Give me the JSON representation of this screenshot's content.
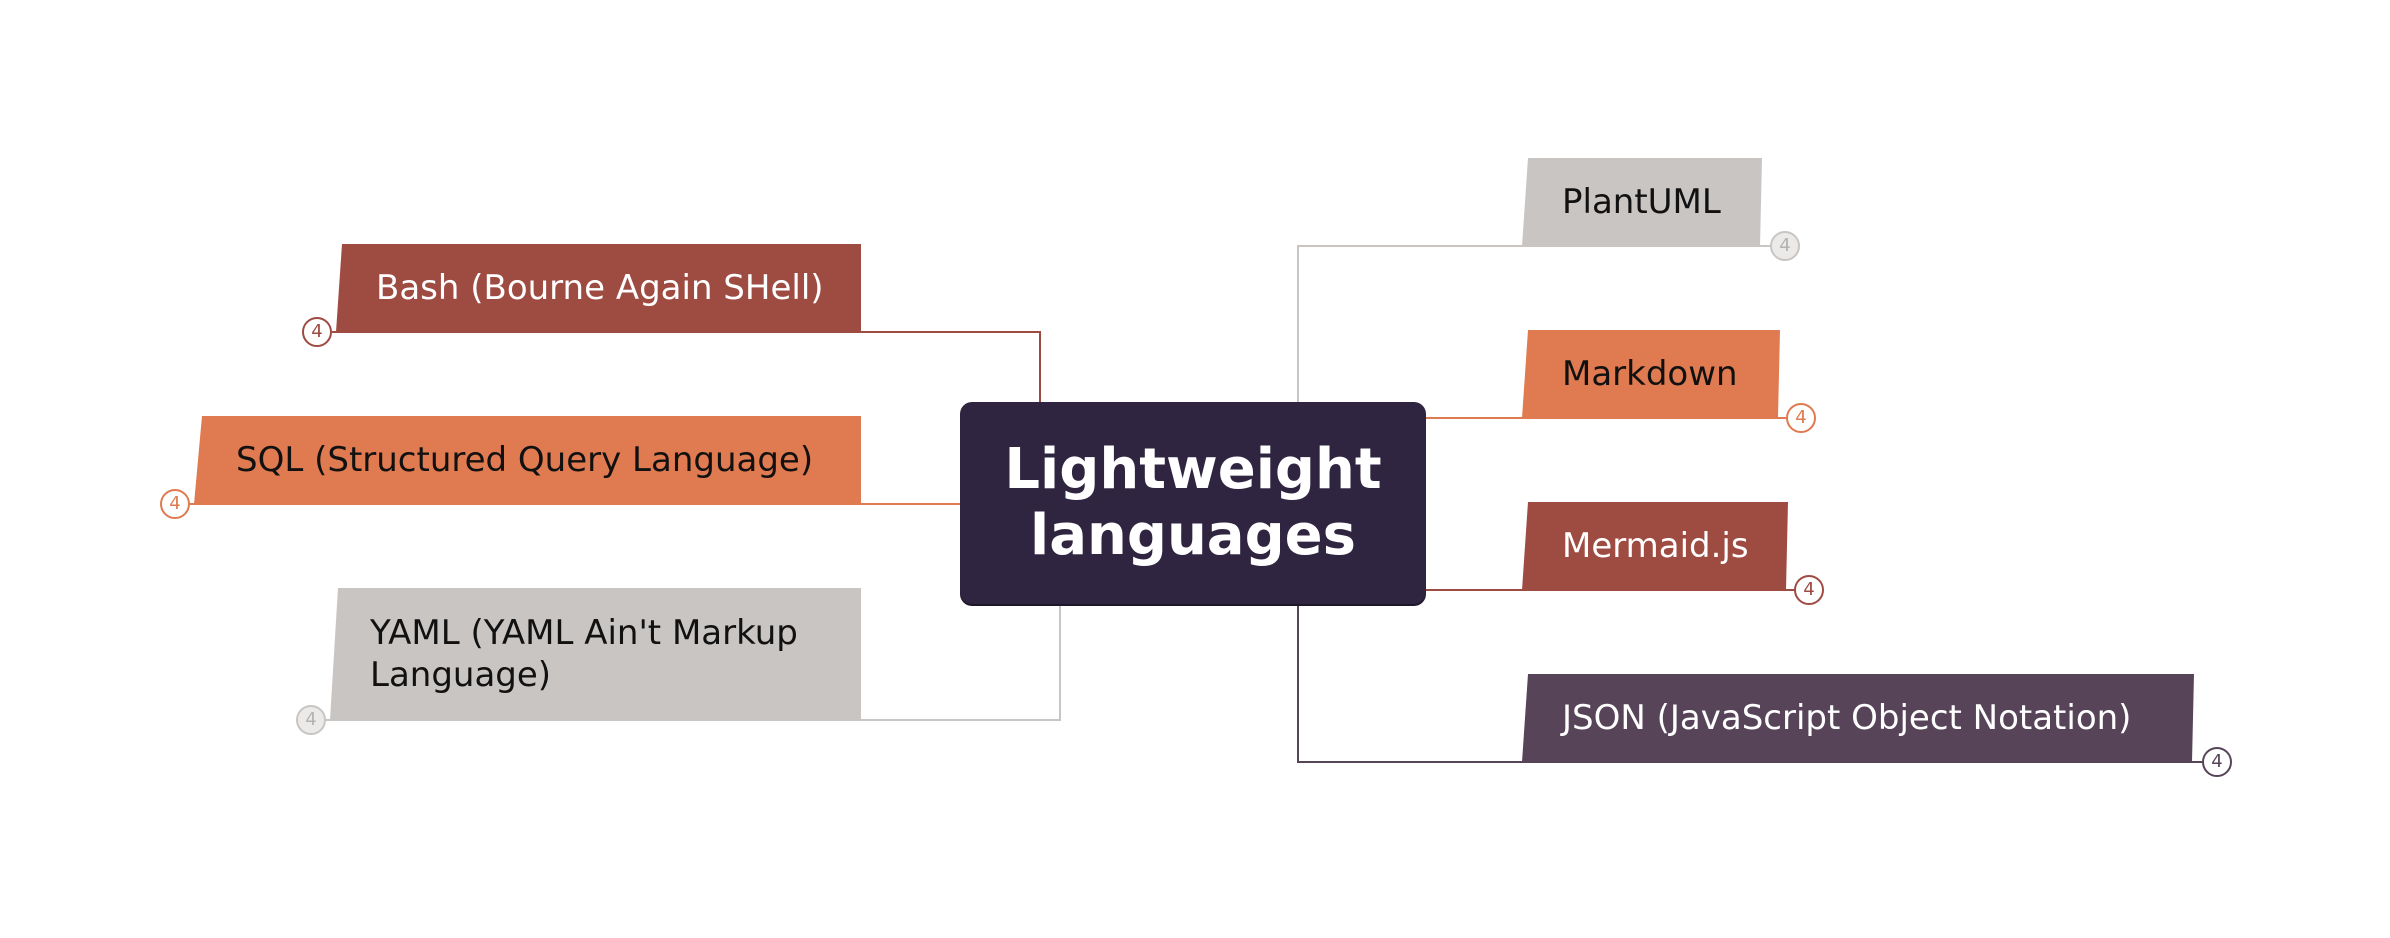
{
  "root": {
    "label": "Lightweight languages",
    "fill": "#2f2540",
    "text_color": "#ffffff"
  },
  "left_topics": [
    {
      "label": "Bash (Bourne Again SHell)",
      "fill": "#9e4b42",
      "text_color": "#ffffff",
      "count": "4"
    },
    {
      "label": "SQL (Structured Query Language)",
      "fill": "#e07a50",
      "text_color": "#111111",
      "count": "4"
    },
    {
      "label": "YAML (YAML Ain't Markup Language)",
      "fill": "#c8c5c3",
      "text_color": "#111111",
      "count": "4"
    }
  ],
  "right_topics": [
    {
      "label": "PlantUML",
      "fill": "#c8c5c3",
      "text_color": "#111111",
      "count": "4"
    },
    {
      "label": "Markdown",
      "fill": "#e07a50",
      "text_color": "#111111",
      "count": "4"
    },
    {
      "label": "Mermaid.js",
      "fill": "#9e4b42",
      "text_color": "#ffffff",
      "count": "4"
    },
    {
      "label": "JSON (JavaScript Object Notation)",
      "fill": "#574459",
      "text_color": "#ffffff",
      "count": "4"
    }
  ]
}
